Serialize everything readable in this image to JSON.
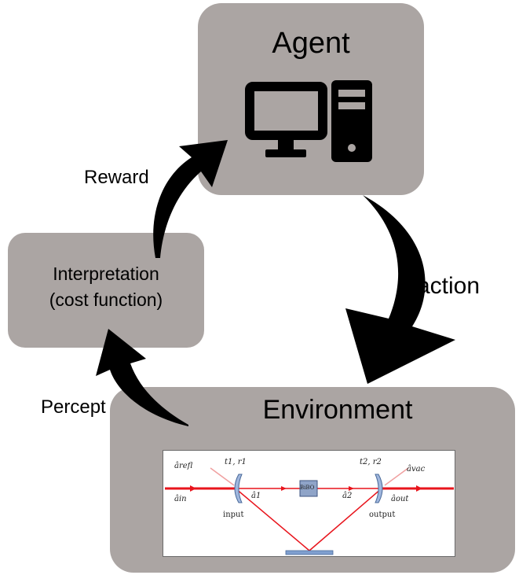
{
  "agent": {
    "title": "Agent",
    "icon": "desktop-computer-icon"
  },
  "interpretation": {
    "line1": "Interpretation",
    "line2": "(cost function)"
  },
  "environment": {
    "title": "Environment"
  },
  "arrows": {
    "reward": "Reward",
    "action": "action",
    "percept": "Percept"
  },
  "schematic": {
    "a_refl": "ârefl",
    "a_in": "âin",
    "t1r1": "t1, r1",
    "input": "input",
    "a1": "â1",
    "crystal": "BiBO",
    "a2": "â2",
    "t2r2": "t2, r2",
    "a_vac": "âvac",
    "a_out": "âout",
    "output": "output"
  },
  "colors": {
    "box": "#aba5a3",
    "beam": "#e8141c",
    "mirror": "#7f9fcf"
  }
}
